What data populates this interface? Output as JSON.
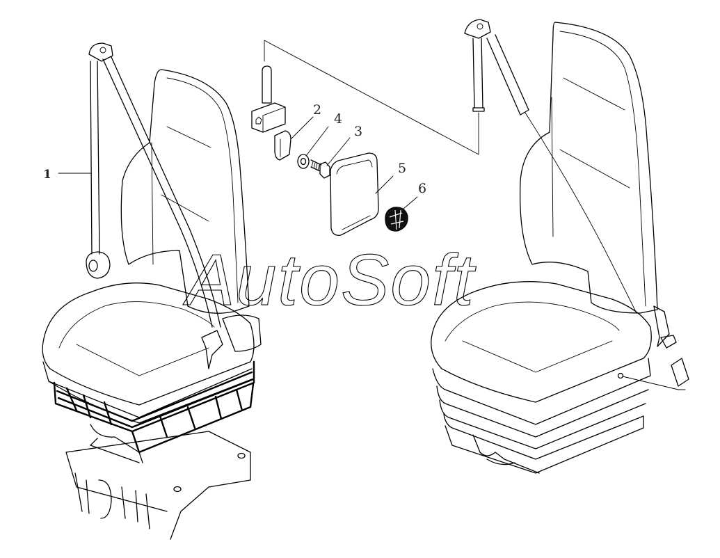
{
  "diagram": {
    "watermark": "AutoSoft",
    "part_labels": {
      "p1": "1",
      "p2": "2",
      "p3": "3",
      "p4": "4",
      "p5": "5",
      "p6": "6"
    },
    "colors": {
      "line": "#000000",
      "background": "#ffffff"
    }
  }
}
